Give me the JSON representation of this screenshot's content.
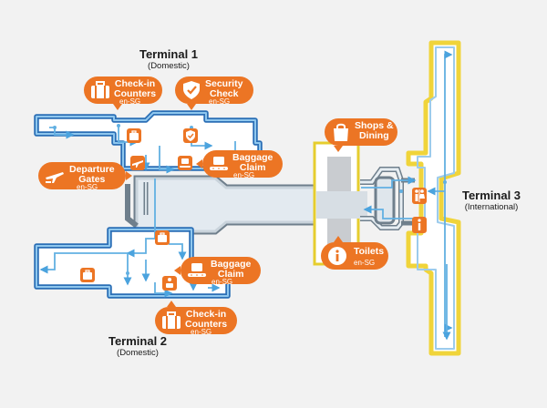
{
  "terminals": {
    "t1": {
      "name": "Terminal 1",
      "type": "(Domestic)"
    },
    "t2": {
      "name": "Terminal 2",
      "type": "(Domestic)"
    },
    "t3": {
      "name": "Terminal 3",
      "type": "(International)"
    }
  },
  "callouts": {
    "t1_checkin": {
      "label": "Check-in\nCounters",
      "locale": "en-SG",
      "icon": "luggage-icon"
    },
    "t1_security": {
      "label": "Security\nCheck",
      "locale": "en-SG",
      "icon": "shield-icon"
    },
    "t1_baggage": {
      "label": "Baggage\nClaim",
      "locale": "en-SG",
      "icon": "baggage-carousel-icon"
    },
    "t1_departure": {
      "label": "Departure\nGates",
      "locale": "en-SG",
      "icon": "airplane-icon"
    },
    "t2_baggage": {
      "label": "Baggage\nClaim",
      "locale": "en-SG",
      "icon": "baggage-carousel-icon"
    },
    "t2_checkin": {
      "label": "Check-in\nCounters",
      "locale": "en-SG",
      "icon": "luggage-icon"
    },
    "shops": {
      "label": "Shops &\nDining",
      "icon": "shopping-bag-icon"
    },
    "toilets": {
      "label": "Toilets",
      "locale": "en-SG",
      "icon": "info-icon"
    }
  },
  "colors": {
    "accent": "#ec7524",
    "wall_blue": "#3a8fd4",
    "wall_yellow": "#f0d43a",
    "route": "#62b0e2",
    "floor": "#ffffff",
    "background": "#f2f2f2"
  }
}
